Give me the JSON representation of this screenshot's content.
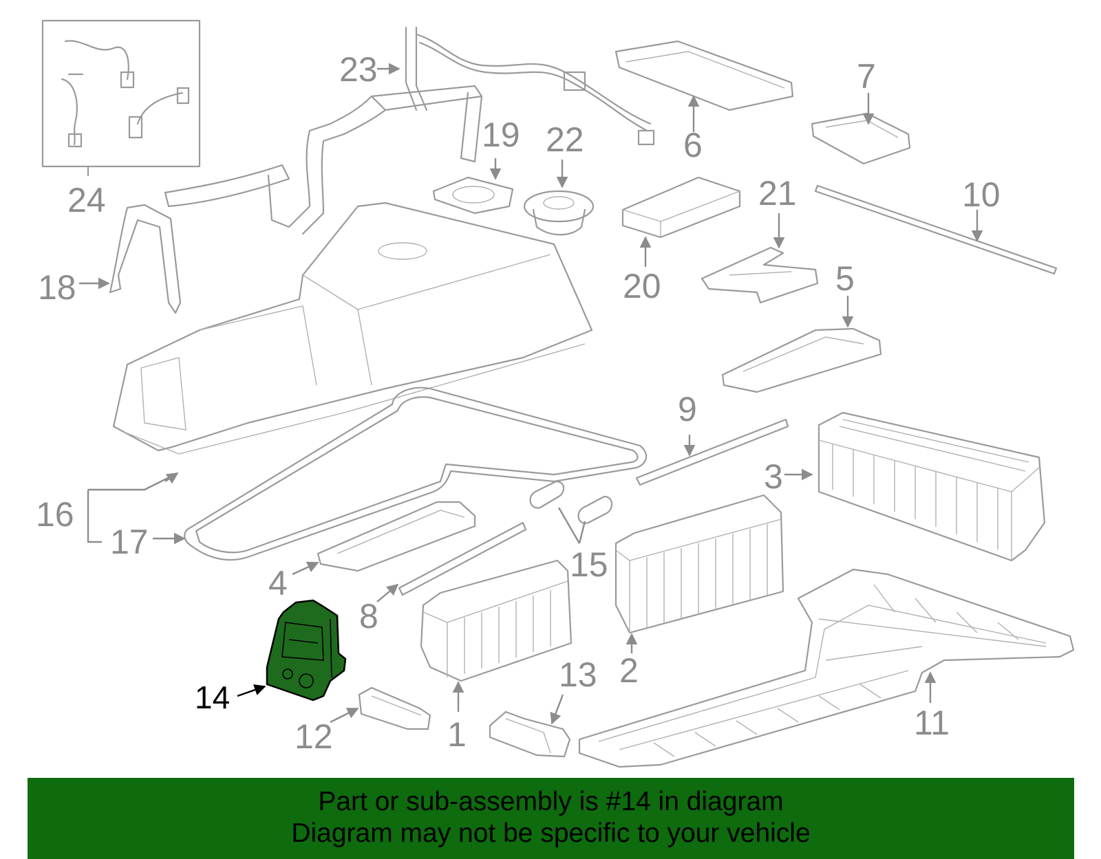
{
  "colors": {
    "line_art": "#9a9a9a",
    "callout_text": "#8c8c8c",
    "highlight_part": "#1e6b1e",
    "banner_background": "#0e6b0e",
    "banner_text": "#000000"
  },
  "callouts": {
    "c1": "1",
    "c2": "2",
    "c3": "3",
    "c4": "4",
    "c5": "5",
    "c6": "6",
    "c7": "7",
    "c8": "8",
    "c9": "9",
    "c10": "10",
    "c11": "11",
    "c12": "12",
    "c13": "13",
    "c14": "14",
    "c15": "15",
    "c16": "16",
    "c17": "17",
    "c18": "18",
    "c19": "19",
    "c20": "20",
    "c21": "21",
    "c22": "22",
    "c23": "23",
    "c24": "24"
  },
  "banner": {
    "line1": "Part or sub-assembly is #14 in diagram",
    "line2": "Diagram may not be specific to your vehicle"
  }
}
